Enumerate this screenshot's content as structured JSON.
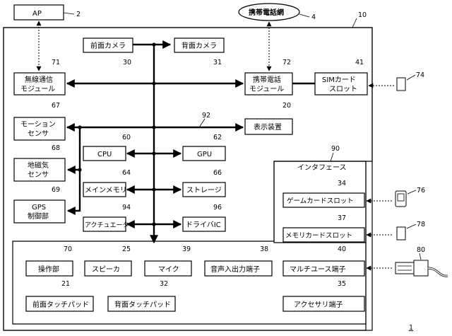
{
  "figure_ref": "1",
  "device": {
    "ref": "10"
  },
  "external": {
    "ap": {
      "label": "AP",
      "ref": "2"
    },
    "mobile_network": {
      "label": "携帯電話網",
      "ref": "4"
    },
    "sim_card_ref": "74",
    "game_card_ref": "76",
    "memory_card_ref": "78",
    "usb_cable_ref": "80"
  },
  "bus_ref": "92",
  "blocks": {
    "front_camera": {
      "label": "前面カメラ",
      "ref": "30"
    },
    "rear_camera": {
      "label": "背面カメラ",
      "ref": "31"
    },
    "wireless_module": {
      "line1": "無線通信",
      "line2": "モジュール",
      "ref": "71"
    },
    "cellular_module": {
      "line1": "携帯電話",
      "line2": "モジュール",
      "ref": "72"
    },
    "sim_slot": {
      "line1": "SIMカード",
      "line2": "スロット",
      "ref": "41"
    },
    "motion_sensor": {
      "line1": "モーション",
      "line2": "センサ",
      "ref": "67"
    },
    "display": {
      "label": "表示装置",
      "ref": "20"
    },
    "cpu": {
      "label": "CPU",
      "ref": "60"
    },
    "gpu": {
      "label": "GPU",
      "ref": "62"
    },
    "geomagnetic_sensor": {
      "line1": "地磁気",
      "line2": "センサ",
      "ref": "68"
    },
    "main_memory": {
      "label": "メインメモリ",
      "ref": "64"
    },
    "storage": {
      "label": "ストレージ",
      "ref": "66"
    },
    "gps": {
      "line1": "GPS",
      "line2": "制御部",
      "ref": "69"
    },
    "actuator": {
      "label": "アクチュエータ",
      "ref": "94"
    },
    "driver_ic": {
      "label": "ドライバIC",
      "ref": "96"
    }
  },
  "interface": {
    "label": "インタフェース",
    "ref": "90",
    "items": {
      "game_card_slot": {
        "label": "ゲームカードスロット",
        "ref": "34"
      },
      "memory_card_slot": {
        "label": "メモリカードスロット",
        "ref": "37"
      },
      "operation_unit": {
        "label": "操作部",
        "ref": "70"
      },
      "speaker": {
        "label": "スピーカ",
        "ref": "25"
      },
      "mic": {
        "label": "マイク",
        "ref": "39"
      },
      "audio_io": {
        "label": "音声入出力端子",
        "ref": "38"
      },
      "multi_use_terminal": {
        "label": "マルチユース端子",
        "ref": "40"
      },
      "front_touchpad": {
        "label": "前面タッチパッド",
        "ref": "21"
      },
      "rear_touchpad": {
        "label": "背面タッチパッド",
        "ref": "32"
      },
      "accessory_terminal": {
        "label": "アクセサリ端子",
        "ref": "35"
      }
    }
  }
}
